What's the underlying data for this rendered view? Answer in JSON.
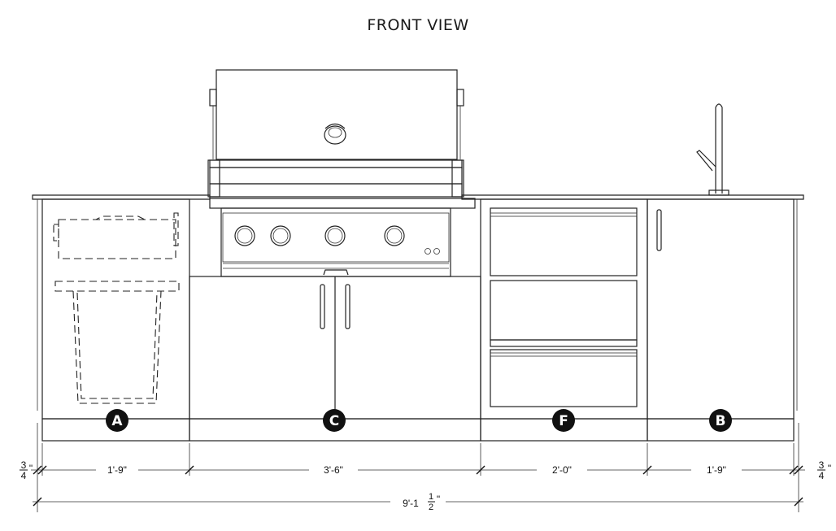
{
  "title": "FRONT VIEW",
  "modules": [
    {
      "label": "A"
    },
    {
      "label": "C"
    },
    {
      "label": "F"
    },
    {
      "label": "B"
    }
  ],
  "dimensions": {
    "left_end": {
      "whole": "",
      "num": "3",
      "den": "4",
      "unit": "\""
    },
    "seg_a": "1'-9\"",
    "seg_c": "3'-6\"",
    "seg_f": "2'-0\"",
    "seg_b": "1'-9\"",
    "right_end": {
      "whole": "",
      "num": "3",
      "den": "4",
      "unit": "\""
    },
    "total": {
      "whole": "9'-1",
      "num": "1",
      "den": "2",
      "unit": "\""
    }
  }
}
